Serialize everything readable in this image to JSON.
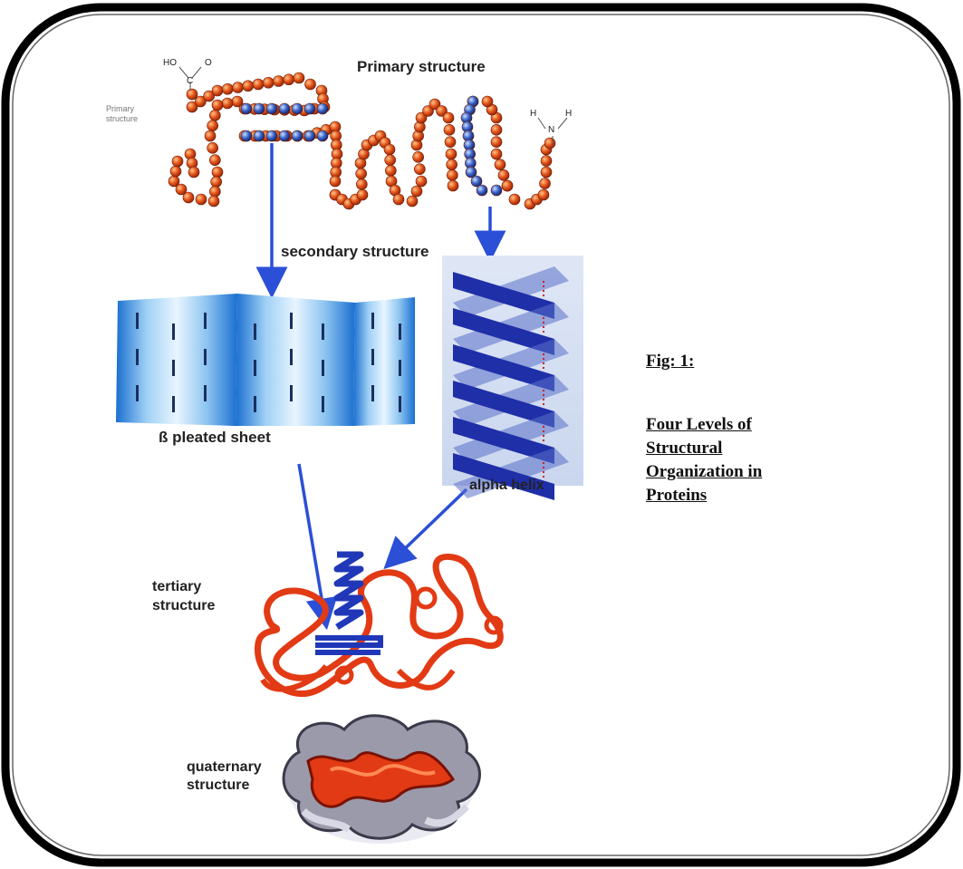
{
  "labels": {
    "primary_small": [
      "Primary",
      "structure"
    ],
    "primary": "Primary structure",
    "secondary": "secondary structure",
    "beta_sheet": "ß pleated sheet",
    "alpha_helix": "alpha helix",
    "tertiary": [
      "tertiary",
      "structure"
    ],
    "quaternary": [
      "quaternary",
      "structure"
    ],
    "cooh": [
      "HO",
      "C",
      "O"
    ],
    "nh2": [
      "H",
      "N",
      "H"
    ]
  },
  "caption": {
    "fig": "Fig: 1:",
    "lines": [
      "Four Levels of",
      "Structural",
      "Organization in",
      "Proteins"
    ]
  },
  "colors": {
    "bead_red": "#e4551c",
    "bead_blue": "#3a64c8",
    "arrow": "#2b4fd6",
    "sheet": "#3c8fe0",
    "helix": "#1f2fa8",
    "tertiary_red": "#e23a14",
    "quaternary_gray": "#b8b8c8"
  }
}
